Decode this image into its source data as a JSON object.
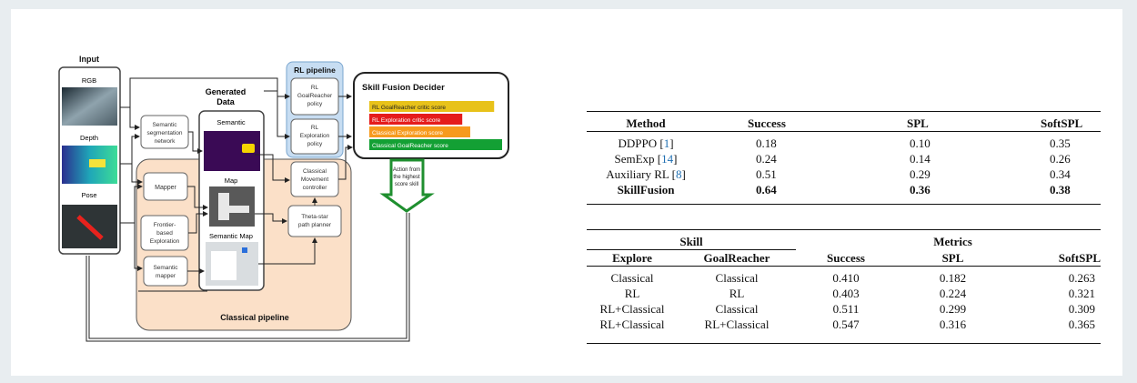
{
  "diagram": {
    "input_title": "Input",
    "rgb_label": "RGB",
    "depth_label": "Depth",
    "pose_label": "Pose",
    "generated_title_line1": "Generated",
    "generated_title_line2": "Data",
    "semantic_label": "Semantic",
    "map_label": "Map",
    "semantic_map_label": "Semantic Map",
    "seg_net_line1": "Semantic",
    "seg_net_line2": "segmentation",
    "seg_net_line3": "network",
    "mapper_label": "Mapper",
    "frontier_line1": "Frontier-",
    "frontier_line2": "based",
    "frontier_line3": "Exploration",
    "sem_mapper_line1": "Semantic",
    "sem_mapper_line2": "mapper",
    "rl_pipeline_title": "RL pipeline",
    "rl_goal_line1": "RL",
    "rl_goal_line2": "GoalReacher",
    "rl_goal_line3": "policy",
    "rl_expl_line1": "RL",
    "rl_expl_line2": "Exploration",
    "rl_expl_line3": "policy",
    "cmc_line1": "Classical",
    "cmc_line2": "Movement",
    "cmc_line3": "controller",
    "theta_line1": "Theta-star",
    "theta_line2": "path planner",
    "classical_pipeline_title": "Classical pipeline",
    "decider_title": "Skill Fusion Decider",
    "scores": [
      {
        "label": "RL GoalReacher critic score",
        "color": "#e8c21a",
        "width": 0.94
      },
      {
        "label": "RL Exploration critic score",
        "color": "#e51c1c",
        "width": 0.7
      },
      {
        "label": "Classical Exploration score",
        "color": "#f79a1e",
        "width": 0.76
      },
      {
        "label": "Classical GoalReacher score",
        "color": "#13a034",
        "width": 1.0
      }
    ],
    "action_line1": "Action from",
    "action_line2": "the highest",
    "action_line3": "score skill"
  },
  "table1": {
    "headers": [
      "Method",
      "Success",
      "SPL",
      "SoftSPL"
    ],
    "rows": [
      {
        "method": "DDPPO [",
        "ref": "1",
        "close": "]",
        "success": "0.18",
        "spl": "0.10",
        "softspl": "0.35"
      },
      {
        "method": "SemExp [",
        "ref": "14",
        "close": "]",
        "success": "0.24",
        "spl": "0.14",
        "softspl": "0.26"
      },
      {
        "method": "Auxiliary RL [",
        "ref": "8",
        "close": "]",
        "success": "0.51",
        "spl": "0.29",
        "softspl": "0.34"
      },
      {
        "method": "SkillFusion",
        "success": "0.64",
        "spl": "0.36",
        "softspl": "0.38"
      }
    ]
  },
  "table2": {
    "group_skill": "Skill",
    "group_metrics": "Metrics",
    "headers": [
      "Explore",
      "GoalReacher",
      "Success",
      "SPL",
      "SoftSPL"
    ],
    "rows": [
      [
        "Classical",
        "Classical",
        "0.410",
        "0.182",
        "0.263"
      ],
      [
        "RL",
        "RL",
        "0.403",
        "0.224",
        "0.321"
      ],
      [
        "RL+Classical",
        "Classical",
        "0.511",
        "0.299",
        "0.309"
      ],
      [
        "RL+Classical",
        "RL+Classical",
        "0.547",
        "0.316",
        "0.365"
      ]
    ]
  }
}
